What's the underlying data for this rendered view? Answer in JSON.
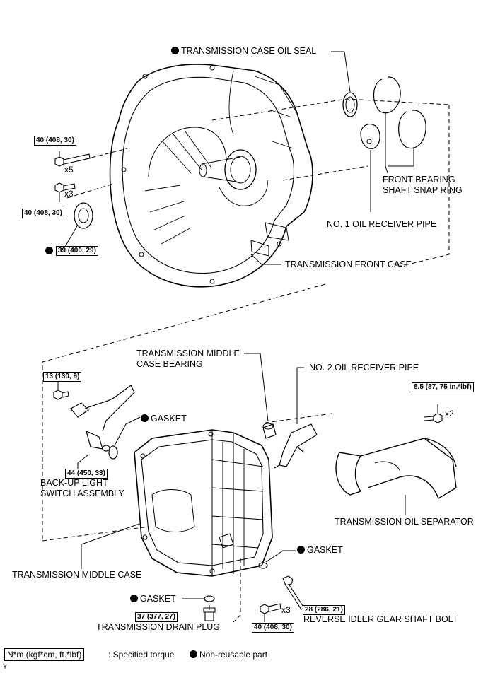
{
  "labels": {
    "transmission_case_oil_seal": "TRANSMISSION CASE OIL SEAL",
    "front_bearing_snap_ring": "FRONT BEARING\nSHAFT SNAP RING",
    "no1_oil_receiver_pipe": "NO. 1 OIL RECEIVER PIPE",
    "transmission_front_case": "TRANSMISSION FRONT CASE",
    "transmission_middle_case_bearing": "TRANSMISSION MIDDLE\nCASE BEARING",
    "no2_oil_receiver_pipe": "NO. 2 OIL RECEIVER PIPE",
    "gasket_upper": "GASKET",
    "backup_light_switch": "BACK-UP LIGHT\nSWITCH ASSEMBLY",
    "transmission_oil_separator": "TRANSMISSION OIL SEPARATOR",
    "transmission_middle_case": "TRANSMISSION MIDDLE CASE",
    "gasket_right": "GASKET",
    "gasket_drain": "GASKET",
    "transmission_drain_plug": "TRANSMISSION DRAIN PLUG",
    "reverse_idler_bolt": "REVERSE IDLER GEAR SHAFT BOLT"
  },
  "torques": {
    "t1": "40 (408, 30)",
    "t2": "40 (408, 30)",
    "t3": "39 (400, 29)",
    "t4": "13 (130, 9)",
    "t5": "8.5 (87, 75 in.*lbf)",
    "t6": "44 (450, 33)",
    "t7": "37 (377, 27)",
    "t8": "28 (286, 21)",
    "t9": "40 (408, 30)"
  },
  "quantities": {
    "q1": "x5",
    "q2": "x3",
    "q3": "x2",
    "q4": "x3"
  },
  "legend": {
    "box": "N*m (kgf*cm, ft.*lbf)",
    "specified": ": Specified torque",
    "non_reusable": "Non-reusable part"
  },
  "corner_mark": "Y"
}
